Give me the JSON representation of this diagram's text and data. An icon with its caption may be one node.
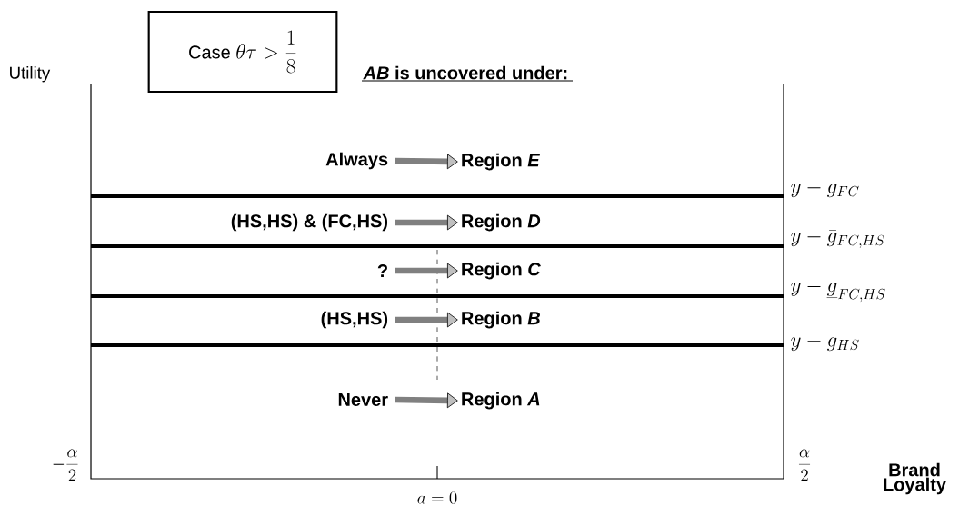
{
  "diagram": {
    "nodes": [
      {
        "text": [
          "Case",
          "\\theta\\tau > \\frac{1}{8}"
        ]
      },
      {
        "text": [
          "Always"
        ]
      },
      {
        "text": [
          "Region *E*"
        ]
      },
      {
        "text": [
          "(HS,HS) & (FC,HS)"
        ]
      },
      {
        "text": [
          "Region *D*"
        ]
      },
      {
        "text": [
          "?"
        ]
      },
      {
        "text": [
          "Region *C*"
        ]
      },
      {
        "text": [
          "(HS,HS)"
        ]
      },
      {
        "text": [
          "Region *B*"
        ]
      },
      {
        "text": [
          "Never"
        ]
      },
      {
        "text": [
          "Region *A*"
        ]
      }
    ],
    "edges": [
      {
        "from": 1,
        "to": 2,
        "arrow": "to"
      },
      {
        "from": 3,
        "to": 4,
        "arrow": "to"
      },
      {
        "from": 5,
        "to": 6,
        "arrow": "to"
      },
      {
        "from": 7,
        "to": 8,
        "arrow": "to"
      },
      {
        "from": 9,
        "to": 10,
        "arrow": "to"
      }
    ],
    "labels": [
      "*AB* is uncovered under:",
      "Utility",
      "y-g_{FC}",
      "y-\\bar{g}_{FC,HS}",
      "y-\\underline{g}_{FC,HS}",
      "y-g_{HS}",
      "-\\frac{\\alpha}{2}",
      "a=0",
      "\\frac{\\alpha}{2}",
      "Brand Loyalty"
    ]
  }
}
